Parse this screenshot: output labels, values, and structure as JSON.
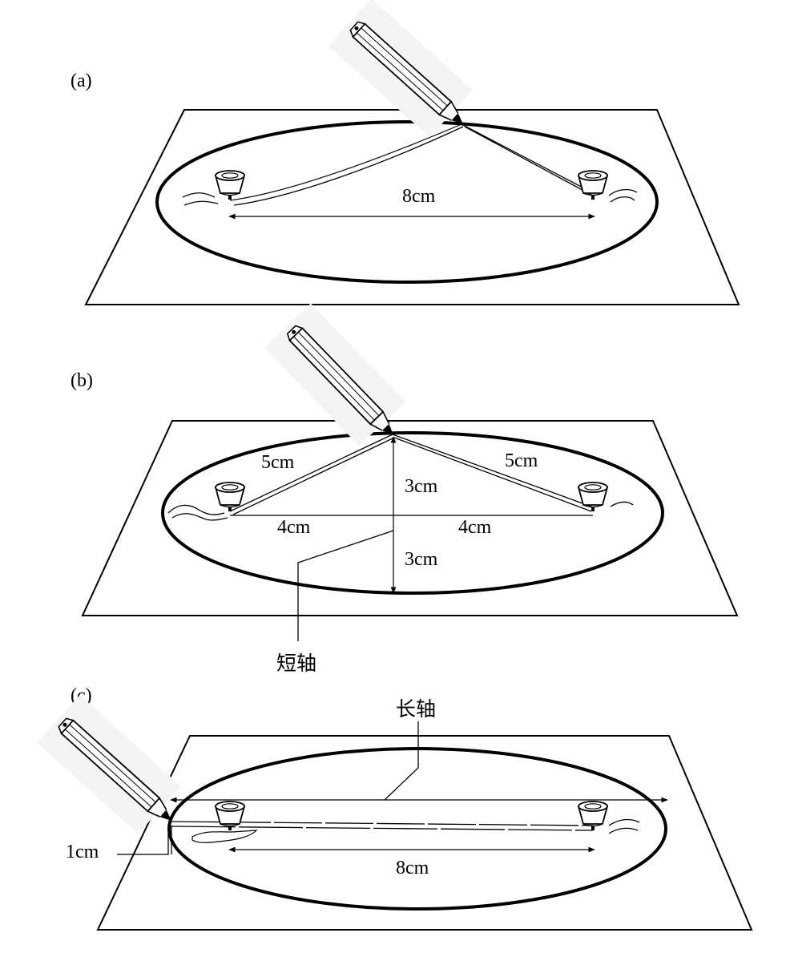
{
  "panels": [
    {
      "id": "a",
      "label": "(a)",
      "pins_distance": "8cm"
    },
    {
      "id": "b",
      "label": "(b)",
      "string_left": "5cm",
      "string_right": "5cm",
      "half_major_left": "4cm",
      "half_major_right": "4cm",
      "half_minor_top": "3cm",
      "half_minor_bottom": "3cm",
      "minor_axis_label": "短轴"
    },
    {
      "id": "c",
      "label": "(c)",
      "major_axis_label": "长轴",
      "offset_label": "1cm",
      "pins_distance": "8cm"
    }
  ],
  "colors": {
    "ink": "#000000",
    "paper": "#ffffff",
    "pencil_shadow": "#f2f2f2"
  },
  "icons": [
    "pencil-icon",
    "pushpin-icon"
  ]
}
